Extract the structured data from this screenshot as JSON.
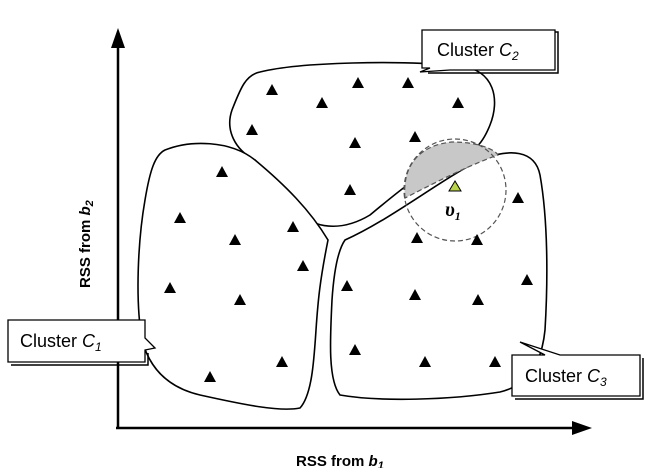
{
  "axes": {
    "x_label_prefix": "RSS from ",
    "x_label_var": "b",
    "x_label_sub": "1",
    "y_label_prefix": "RSS from ",
    "y_label_var": "b",
    "y_label_sub": "2"
  },
  "clusters": [
    {
      "label_prefix": "Cluster ",
      "label_var": "C",
      "label_sub": "1"
    },
    {
      "label_prefix": "Cluster ",
      "label_var": "C",
      "label_sub": "2"
    },
    {
      "label_prefix": "Cluster ",
      "label_var": "C",
      "label_sub": "3"
    }
  ],
  "node": {
    "label": "υ",
    "sub": "1",
    "color": "#b9d34b"
  },
  "colors": {
    "stroke": "#000000",
    "shaded": "#c8c8c8",
    "background": "#ffffff"
  }
}
